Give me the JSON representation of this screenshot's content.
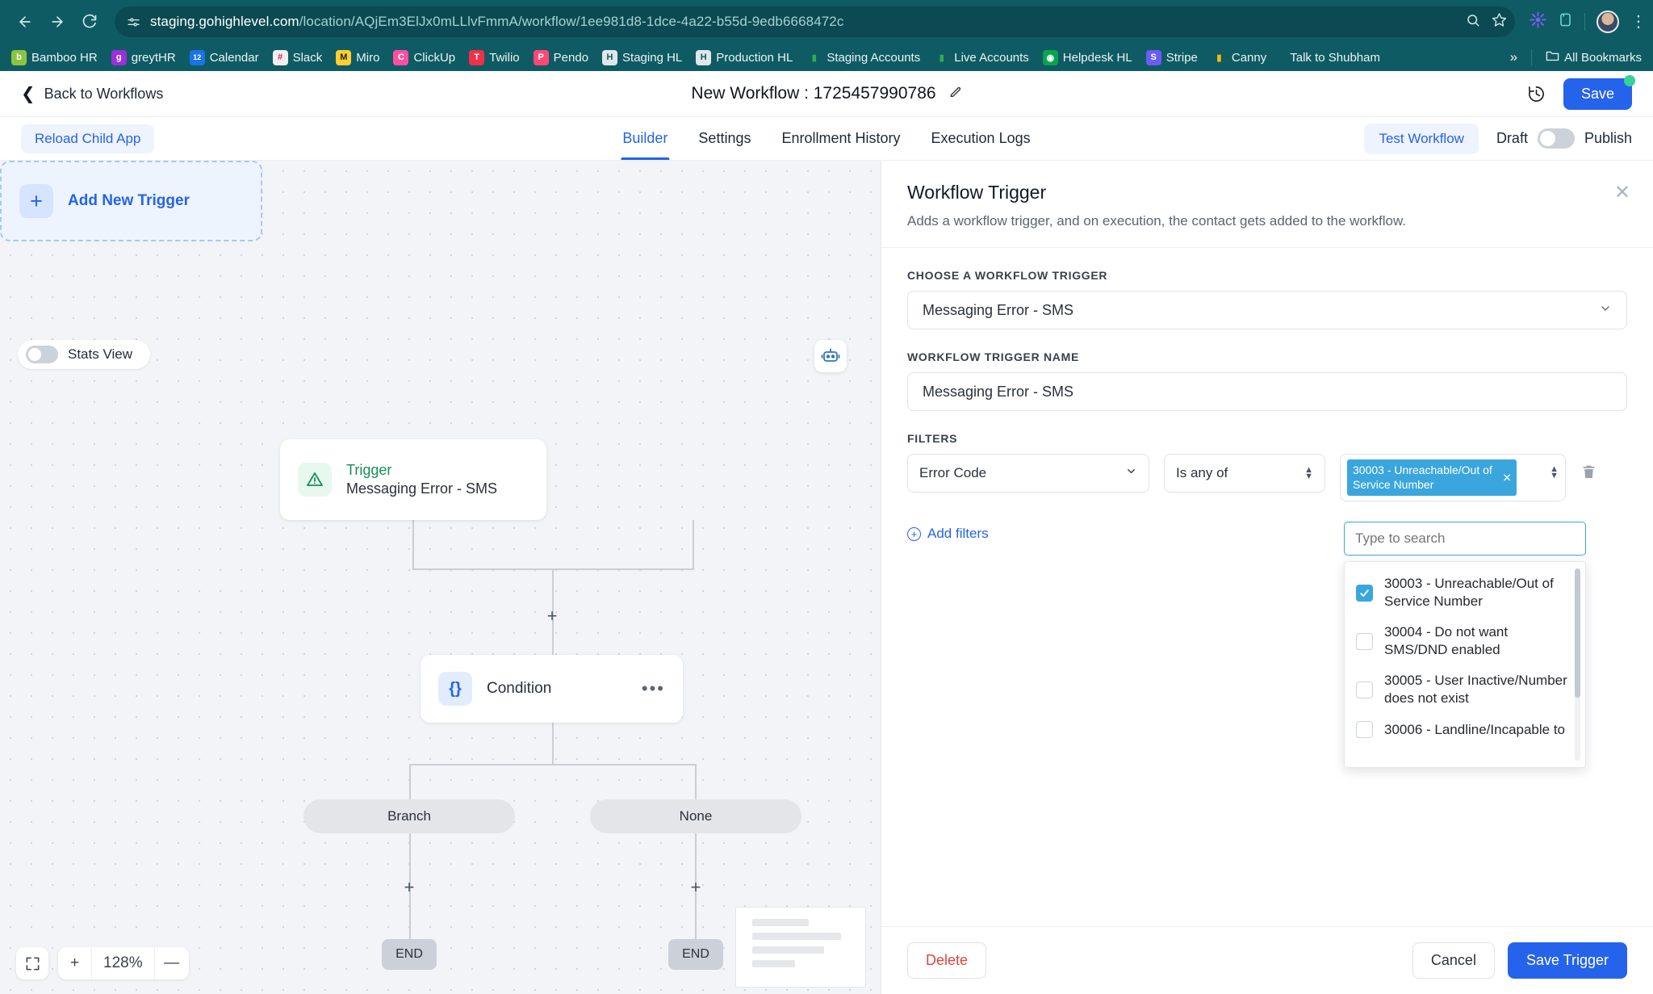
{
  "browser": {
    "url_host": "staging.gohighlevel.com",
    "url_path": "/location/AQjEm3ElJx0mLLlvFmmA/workflow/1ee981d8-1dce-4a22-b55d-9edb6668472c",
    "back_icon": "back-arrow-icon",
    "forward_icon": "forward-arrow-icon",
    "reload_icon": "reload-icon",
    "site_info_icon": "site-settings-icon",
    "zoom_icon": "search-icon",
    "bookmark_icon": "star-icon",
    "extensions_icon": "extension-icon",
    "profile_icon": "profile-avatar-icon",
    "menu_icon": "kebab-menu-icon",
    "bookmarks": [
      {
        "label": "Bamboo HR",
        "glyph": "b",
        "color": "#8bc53f"
      },
      {
        "label": "greytHR",
        "glyph": "g",
        "color": "#9b30d9"
      },
      {
        "label": "Calendar",
        "glyph": "12",
        "color": "#1a73e8"
      },
      {
        "label": "Slack",
        "glyph": "#",
        "color": "#e8eaed"
      },
      {
        "label": "Miro",
        "glyph": "M",
        "color": "#ffd02f"
      },
      {
        "label": "ClickUp",
        "glyph": "C",
        "color": "#ff4fa0"
      },
      {
        "label": "Twilio",
        "glyph": "T",
        "color": "#f22f46"
      },
      {
        "label": "Pendo",
        "glyph": "P",
        "color": "#ff4876"
      },
      {
        "label": "Staging HL",
        "glyph": "H",
        "color": "#dfe7ea"
      },
      {
        "label": "Production HL",
        "glyph": "H",
        "color": "#dfe7ea"
      },
      {
        "label": "Staging Accounts",
        "glyph": "▮",
        "color": "#34a853"
      },
      {
        "label": "Live Accounts",
        "glyph": "▮",
        "color": "#34a853"
      },
      {
        "label": "Helpdesk HL",
        "glyph": "◉",
        "color": "#0aa34f"
      },
      {
        "label": "Stripe",
        "glyph": "S",
        "color": "#6a5bf5"
      },
      {
        "label": "Canny",
        "glyph": "▮",
        "color": "#fbbc05"
      },
      {
        "label": "Talk to Shubham",
        "glyph": "",
        "color": "transparent"
      }
    ],
    "overflow_label": "»",
    "all_bookmarks_label": "All Bookmarks",
    "folder_icon": "folder-icon"
  },
  "header": {
    "back_label": "Back to Workflows",
    "back_icon": "chevron-left-icon",
    "title": "New Workflow : 1725457990786",
    "edit_icon": "pencil-icon",
    "history_icon": "clock-history-icon",
    "save_label": "Save"
  },
  "tabbar": {
    "reload_child_label": "Reload Child App",
    "tabs": [
      {
        "label": "Builder",
        "active": true
      },
      {
        "label": "Settings",
        "active": false
      },
      {
        "label": "Enrollment History",
        "active": false
      },
      {
        "label": "Execution Logs",
        "active": false
      }
    ],
    "test_workflow_label": "Test Workflow",
    "draft_label": "Draft",
    "publish_label": "Publish"
  },
  "canvas": {
    "stats_view_label": "Stats View",
    "assistant_icon": "ai-assistant-icon",
    "trigger_node": {
      "icon": "warning-triangle-icon",
      "kind": "Trigger",
      "subtitle": "Messaging Error - SMS"
    },
    "add_trigger": {
      "icon": "plus-icon",
      "label": "Add New Trigger"
    },
    "condition_node": {
      "icon": "braces-icon",
      "label": "Condition",
      "menu_icon": "ellipsis-icon"
    },
    "branch_left_label": "Branch",
    "branch_right_label": "None",
    "end_left_label": "END",
    "end_right_label": "END",
    "zoom": {
      "fit_icon": "fit-screen-icon",
      "plus_label": "+",
      "level": "128%",
      "minus_label": "—"
    },
    "minimap_name": "canvas-minimap"
  },
  "panel": {
    "title": "Workflow Trigger",
    "description": "Adds a workflow trigger, and on execution, the contact gets added to the workflow.",
    "close_icon": "close-icon",
    "choose_trigger_label": "CHOOSE A WORKFLOW TRIGGER",
    "choose_trigger_value": "Messaging Error - SMS",
    "trigger_name_label": "WORKFLOW TRIGGER NAME",
    "trigger_name_value": "Messaging Error - SMS",
    "filters_label": "FILTERS",
    "filter": {
      "field_value": "Error Code",
      "operator_value": "Is any of",
      "selected_tag": "30003 - Unreachable/Out of Service Number",
      "remove_tag_icon": "close-tag-icon",
      "delete_icon": "trash-icon"
    },
    "add_filters_label": "Add filters",
    "dropdown": {
      "search_placeholder": "Type to search",
      "options": [
        {
          "label": "30003 - Unreachable/Out of Service Number",
          "checked": true
        },
        {
          "label": "30004 - Do not want SMS/DND enabled",
          "checked": false
        },
        {
          "label": "30005 - User Inactive/Number does not exist",
          "checked": false
        },
        {
          "label": "30006 - Landline/Incapable to",
          "checked": false
        }
      ]
    },
    "delete_label": "Delete",
    "cancel_label": "Cancel",
    "save_trigger_label": "Save Trigger"
  },
  "colors": {
    "accent": "#2563eb",
    "chrome": "#0f5b63",
    "tag": "#3aa6dd",
    "danger": "#e0453a",
    "success": "#34d399"
  }
}
